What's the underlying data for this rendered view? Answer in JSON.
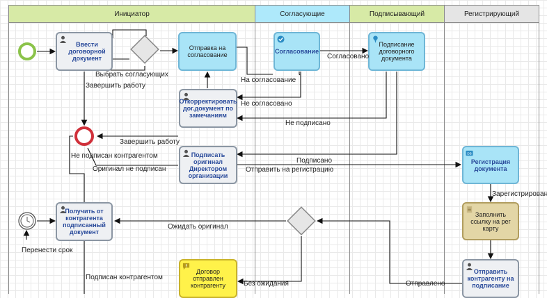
{
  "lanes": {
    "initiator": "Инициатор",
    "approvers": "Согласующие",
    "signer": "Подписывающий",
    "registrar": "Регистрирующий"
  },
  "tasks": {
    "enter_contract": "Ввести договорной документ",
    "send_approval": "Отправка на согласование",
    "approval": "Согласование",
    "signing": "Подписание договорного документа",
    "correct_doc": "Откорректировать дог.документ по замечаниям",
    "sign_original": "Подписать оригинал Директором организации",
    "registration": "Регистрация документа",
    "get_signed": "Получить от контрагента подписанный документ",
    "fill_link": "Заполнить ссылку на рег карту",
    "sent_contract": "Договор отправлен контрагенту",
    "send_counterparty": "Отправить контрагенту на подписание"
  },
  "labels": {
    "choose_approvers": "Выбрать согласующих",
    "finish_work_1": "Завершить работу",
    "agreed": "Согласовано",
    "to_approval": "На согласование",
    "not_agreed": "Не согласовано",
    "not_signed": "Не подписано",
    "finish_work_2": "Завершить работу",
    "not_signed_counterparty": "Не подписан контрагентом",
    "original_not_signed": "Оригинал не подписан",
    "signed": "Подписано",
    "send_registration": "Отправить на  регистрацию",
    "registered": "Зарегистрировано",
    "wait_original": "Ожидать оригинал",
    "postpone": "Перенести срок",
    "signed_counterparty": "Подписан контрагентом",
    "no_wait": "Без ожидания",
    "sent": "Отправлено"
  },
  "colors": {
    "lane_initiator": "#d7eaa6",
    "lane_approvers": "#aee9fb",
    "lane_signer": "#d7eaa6",
    "lane_registrar": "#e5e5e5"
  }
}
